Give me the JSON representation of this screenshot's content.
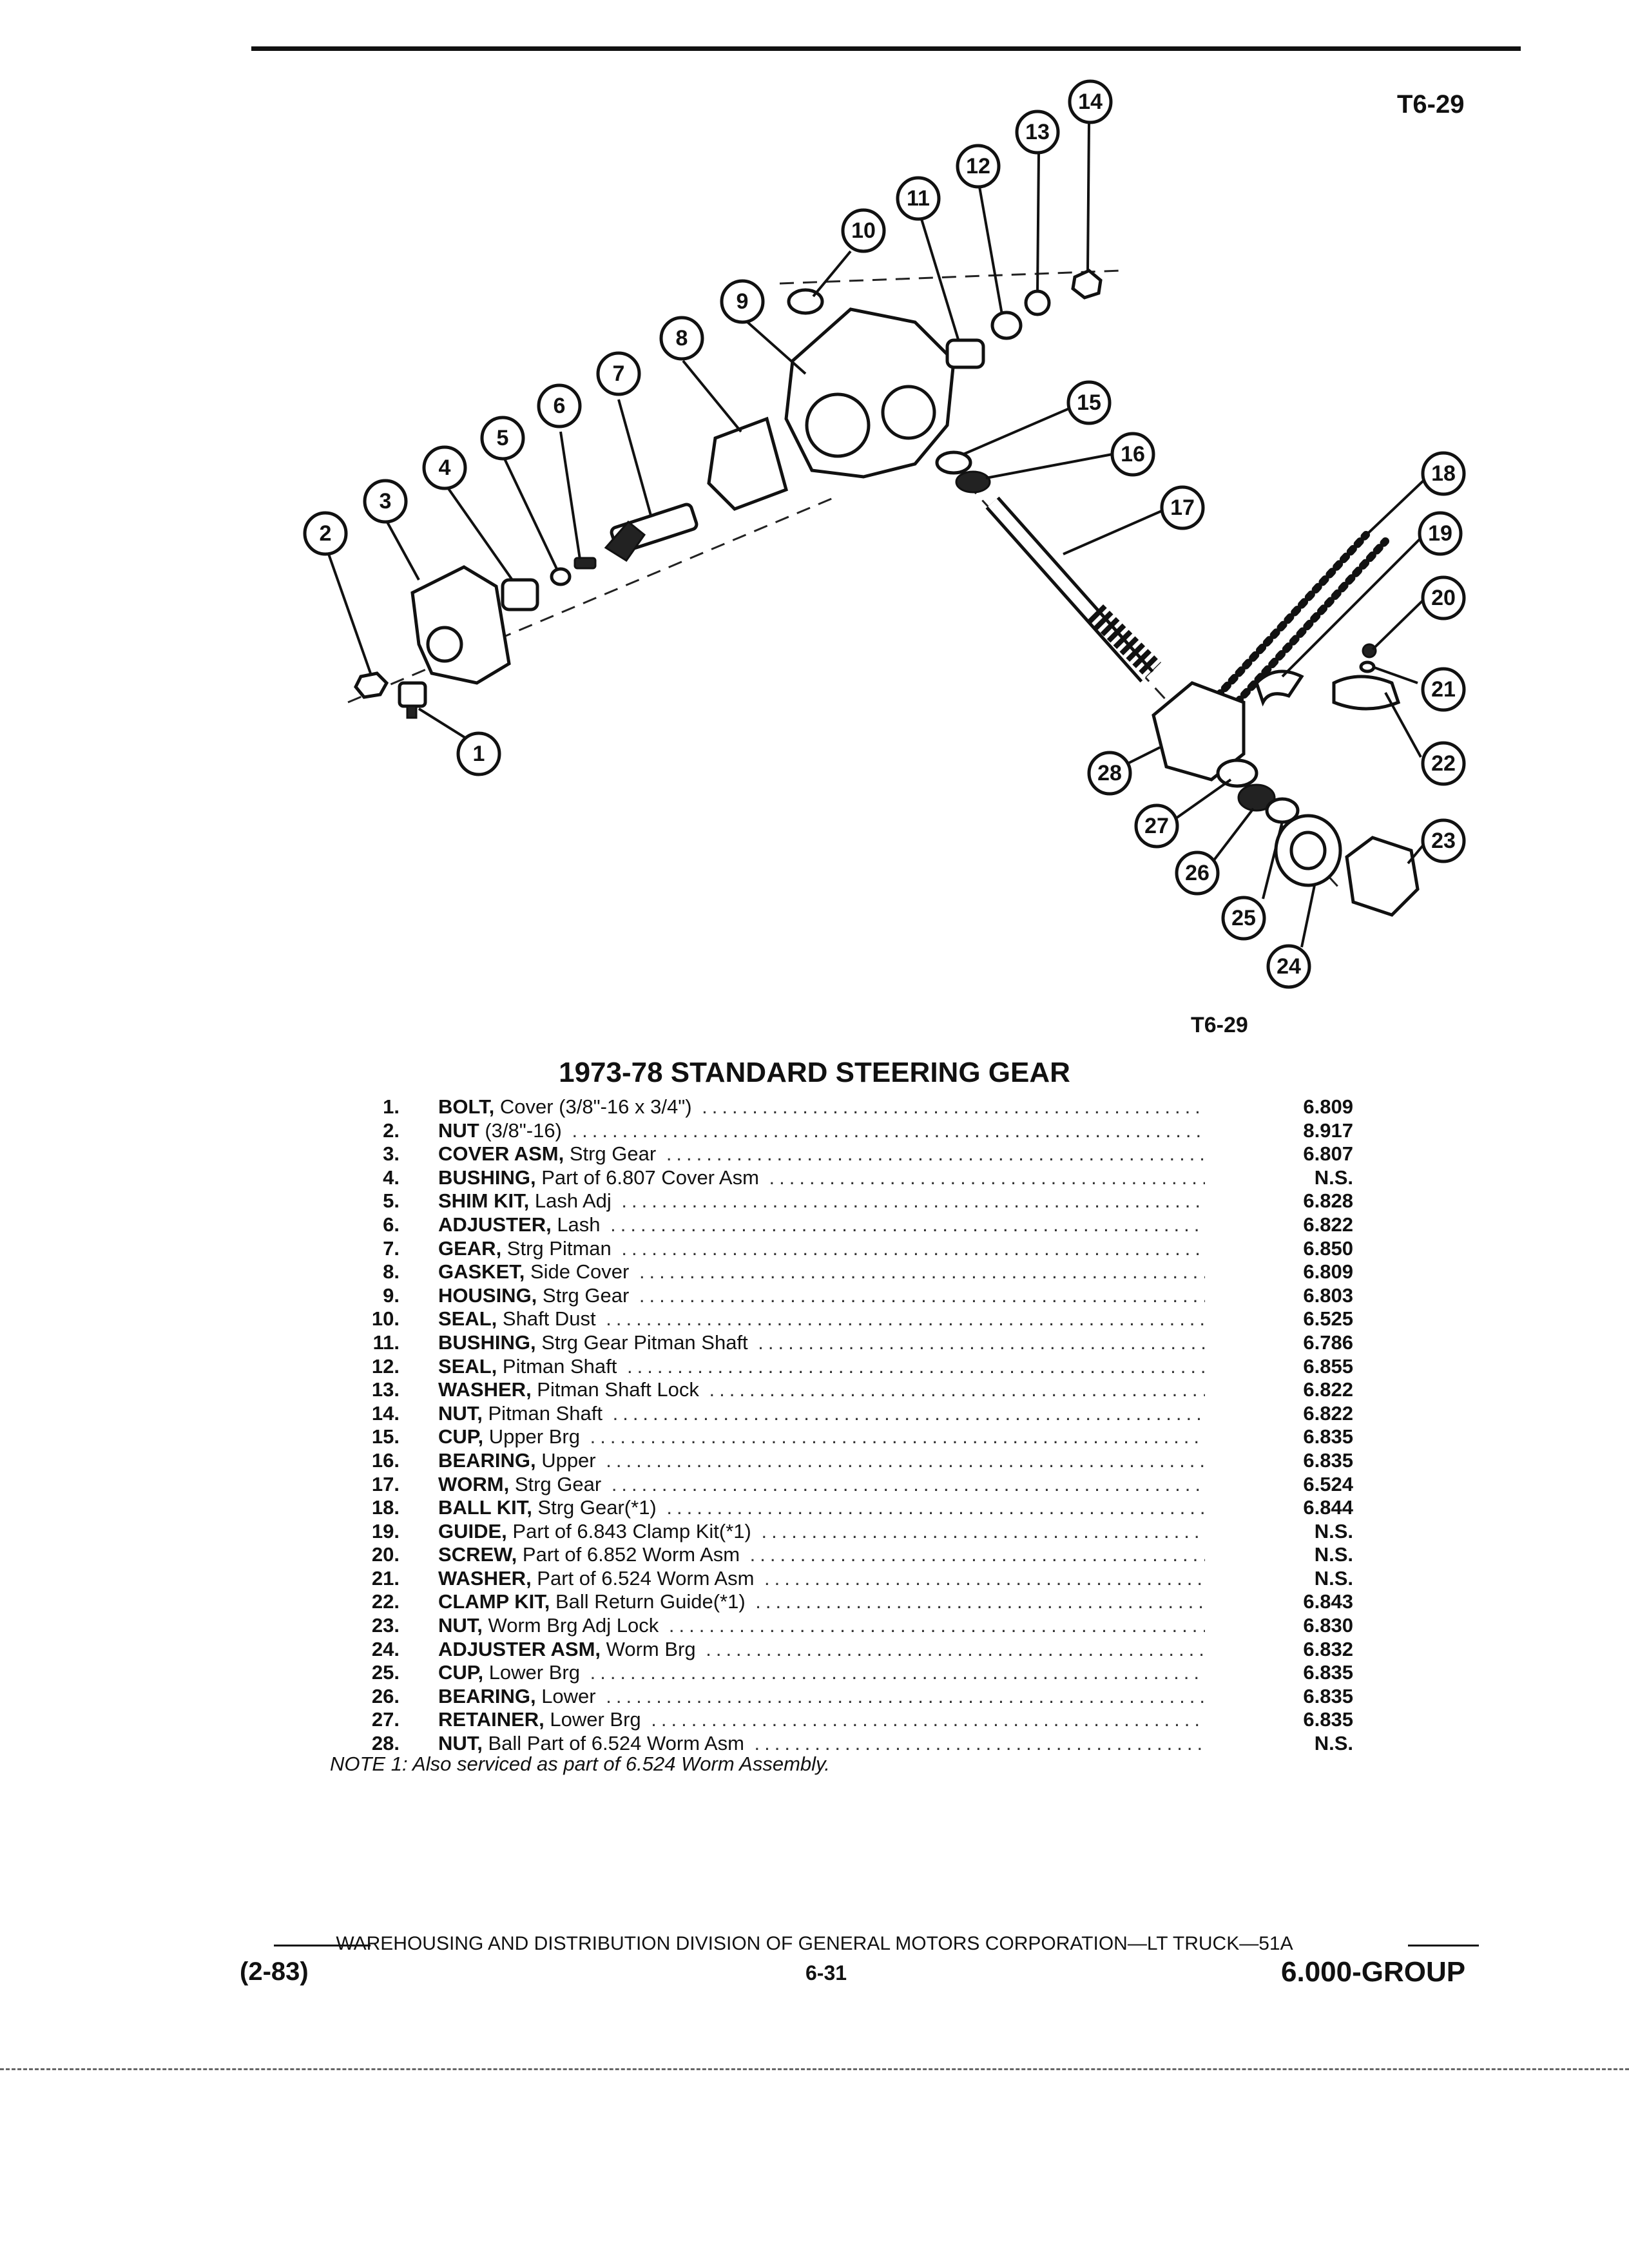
{
  "figure_ref_top": "T6-29",
  "figure_ref_bottom": "T6-29",
  "title": "1973-78 STANDARD STEERING GEAR",
  "callouts": [
    "1",
    "2",
    "3",
    "4",
    "5",
    "6",
    "7",
    "8",
    "9",
    "10",
    "11",
    "12",
    "13",
    "14",
    "15",
    "16",
    "17",
    "18",
    "19",
    "20",
    "21",
    "22",
    "23",
    "24",
    "25",
    "26",
    "27",
    "28"
  ],
  "parts": [
    {
      "num": "1.",
      "name": "BOLT,",
      "detail": " Cover (3/8\"-16 x 3/4\")",
      "code": "6.809"
    },
    {
      "num": "2.",
      "name": "NUT",
      "detail": " (3/8\"-16)",
      "code": "8.917"
    },
    {
      "num": "3.",
      "name": "COVER ASM,",
      "detail": " Strg Gear",
      "code": "6.807"
    },
    {
      "num": "4.",
      "name": "BUSHING,",
      "detail": " Part of 6.807 Cover Asm",
      "code": "N.S."
    },
    {
      "num": "5.",
      "name": "SHIM KIT,",
      "detail": " Lash Adj",
      "code": "6.828"
    },
    {
      "num": "6.",
      "name": "ADJUSTER,",
      "detail": " Lash",
      "code": "6.822"
    },
    {
      "num": "7.",
      "name": "GEAR,",
      "detail": " Strg Pitman",
      "code": "6.850"
    },
    {
      "num": "8.",
      "name": "GASKET,",
      "detail": " Side Cover",
      "code": "6.809"
    },
    {
      "num": "9.",
      "name": "HOUSING,",
      "detail": " Strg Gear",
      "code": "6.803"
    },
    {
      "num": "10.",
      "name": "SEAL,",
      "detail": " Shaft Dust",
      "code": "6.525"
    },
    {
      "num": "11.",
      "name": "BUSHING,",
      "detail": " Strg Gear Pitman Shaft",
      "code": "6.786"
    },
    {
      "num": "12.",
      "name": "SEAL,",
      "detail": " Pitman Shaft",
      "code": "6.855"
    },
    {
      "num": "13.",
      "name": "WASHER,",
      "detail": " Pitman Shaft Lock",
      "code": "6.822"
    },
    {
      "num": "14.",
      "name": "NUT,",
      "detail": " Pitman Shaft",
      "code": "6.822"
    },
    {
      "num": "15.",
      "name": "CUP,",
      "detail": " Upper Brg",
      "code": "6.835"
    },
    {
      "num": "16.",
      "name": "BEARING,",
      "detail": " Upper",
      "code": "6.835"
    },
    {
      "num": "17.",
      "name": "WORM,",
      "detail": " Strg Gear",
      "code": "6.524"
    },
    {
      "num": "18.",
      "name": "BALL KIT,",
      "detail": " Strg Gear(*1)",
      "code": "6.844"
    },
    {
      "num": "19.",
      "name": "GUIDE,",
      "detail": " Part of 6.843 Clamp Kit(*1)",
      "code": "N.S."
    },
    {
      "num": "20.",
      "name": "SCREW,",
      "detail": " Part of 6.852 Worm Asm",
      "code": "N.S."
    },
    {
      "num": "21.",
      "name": "WASHER,",
      "detail": " Part of 6.524 Worm Asm",
      "code": "N.S."
    },
    {
      "num": "22.",
      "name": "CLAMP KIT,",
      "detail": " Ball Return Guide(*1)",
      "code": "6.843"
    },
    {
      "num": "23.",
      "name": "NUT,",
      "detail": " Worm Brg Adj Lock",
      "code": "6.830"
    },
    {
      "num": "24.",
      "name": "ADJUSTER ASM,",
      "detail": " Worm Brg",
      "code": "6.832"
    },
    {
      "num": "25.",
      "name": "CUP,",
      "detail": " Lower Brg",
      "code": "6.835"
    },
    {
      "num": "26.",
      "name": "BEARING,",
      "detail": " Lower",
      "code": "6.835"
    },
    {
      "num": "27.",
      "name": "RETAINER,",
      "detail": " Lower Brg",
      "code": "6.835"
    },
    {
      "num": "28.",
      "name": "NUT,",
      "detail": " Ball Part of 6.524 Worm Asm",
      "code": "N.S."
    }
  ],
  "note": "NOTE 1: Also serviced as part of 6.524 Worm Assembly.",
  "footer": {
    "center": "WAREHOUSING AND DISTRIBUTION  DIVISION OF GENERAL MOTORS CORPORATION—LT TRUCK—51A",
    "left": "(2-83)",
    "page": "6-31",
    "group": "6.000-GROUP"
  }
}
